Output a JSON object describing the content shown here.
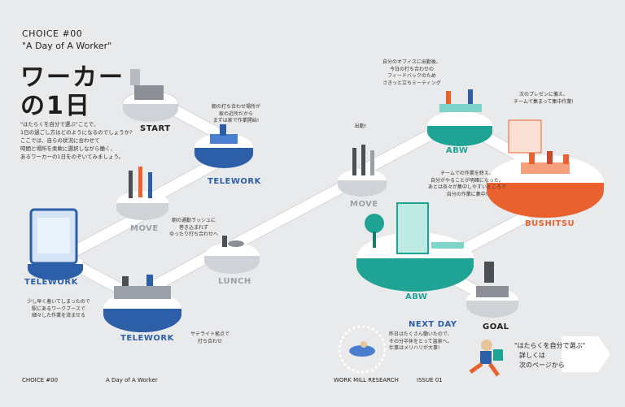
{
  "header": {
    "choice": "CHOICE #00",
    "subtitle": "\"A Day of A Worker\"",
    "title_line1": "ワーカー",
    "title_line2": "の1日",
    "intro_lines": [
      "\"はたらくを自分で選ぶ\"ことで、",
      "1日の過ごし方はどのようになるのでしょうか?",
      "ここでは、自らの状況に合わせて",
      "時間と場所を柔軟に選択しながら働く、",
      "あるワーカーの1日をのぞいてみましょう。"
    ]
  },
  "stations": {
    "start": "START",
    "telework_top": "TELEWORK",
    "move_left": "MOVE",
    "telework_booth": "TELEWORK",
    "lunch": "LUNCH",
    "telework_bottom": "TELEWORK",
    "move_center": "MOVE",
    "abw_top": "ABW",
    "bushitsu": "BUSHITSU",
    "abw_bottom": "ABW",
    "goal": "GOAL",
    "next_day": "NEXT DAY"
  },
  "notes": {
    "telework_top": [
      "朝の打ち合わせ場所が",
      "家の近所だから",
      "まずは家で作業開始!"
    ],
    "move_left": [
      "朝の通勤ラッシュに",
      "巻き込まれず",
      "ゆったり打ち合わせへ"
    ],
    "booth": [
      "少し早く着いてしまったので",
      "駅にあるワークブースで",
      "細々した作業を済ませる"
    ],
    "telework_bottom": [
      "サテライト拠点で",
      "打ち合わせ"
    ],
    "abw_top": [
      "自分のオフィスに出勤後、",
      "今日の打ち合わせの",
      "フィードバックのため",
      "さきっと立ちミーティング"
    ],
    "move_center": [
      "出勤!"
    ],
    "bushitsu": [
      "次のプレゼンに備え、",
      "チームで集まって集中作業!"
    ],
    "abw_bottom": [
      "チームでの作業を終え、",
      "自分がやることが明確になった。",
      "あとは各々が集中しやすいところで",
      "自分の作業に集中!"
    ],
    "next_day": [
      "昨日はたくさん働いたので、",
      "その分半休をとって温泉へ。",
      "仕事はメリハリが大事!"
    ]
  },
  "cta": {
    "line1": "\"はたらくを自分で選ぶ\"",
    "line2": "詳しくは",
    "line3": "次のページから"
  },
  "footer": {
    "left_choice": "CHOICE #00",
    "left_title": "A Day of A Worker",
    "brand": "WORK MILL RESEARCH",
    "issue": "ISSUE 01"
  },
  "colors": {
    "background": "#e9eaec",
    "telework_blue": "#2d5fa8",
    "abw_teal": "#1fa394",
    "bushitsu_orange": "#e8612e",
    "move_grey": "#9aa0a8"
  }
}
